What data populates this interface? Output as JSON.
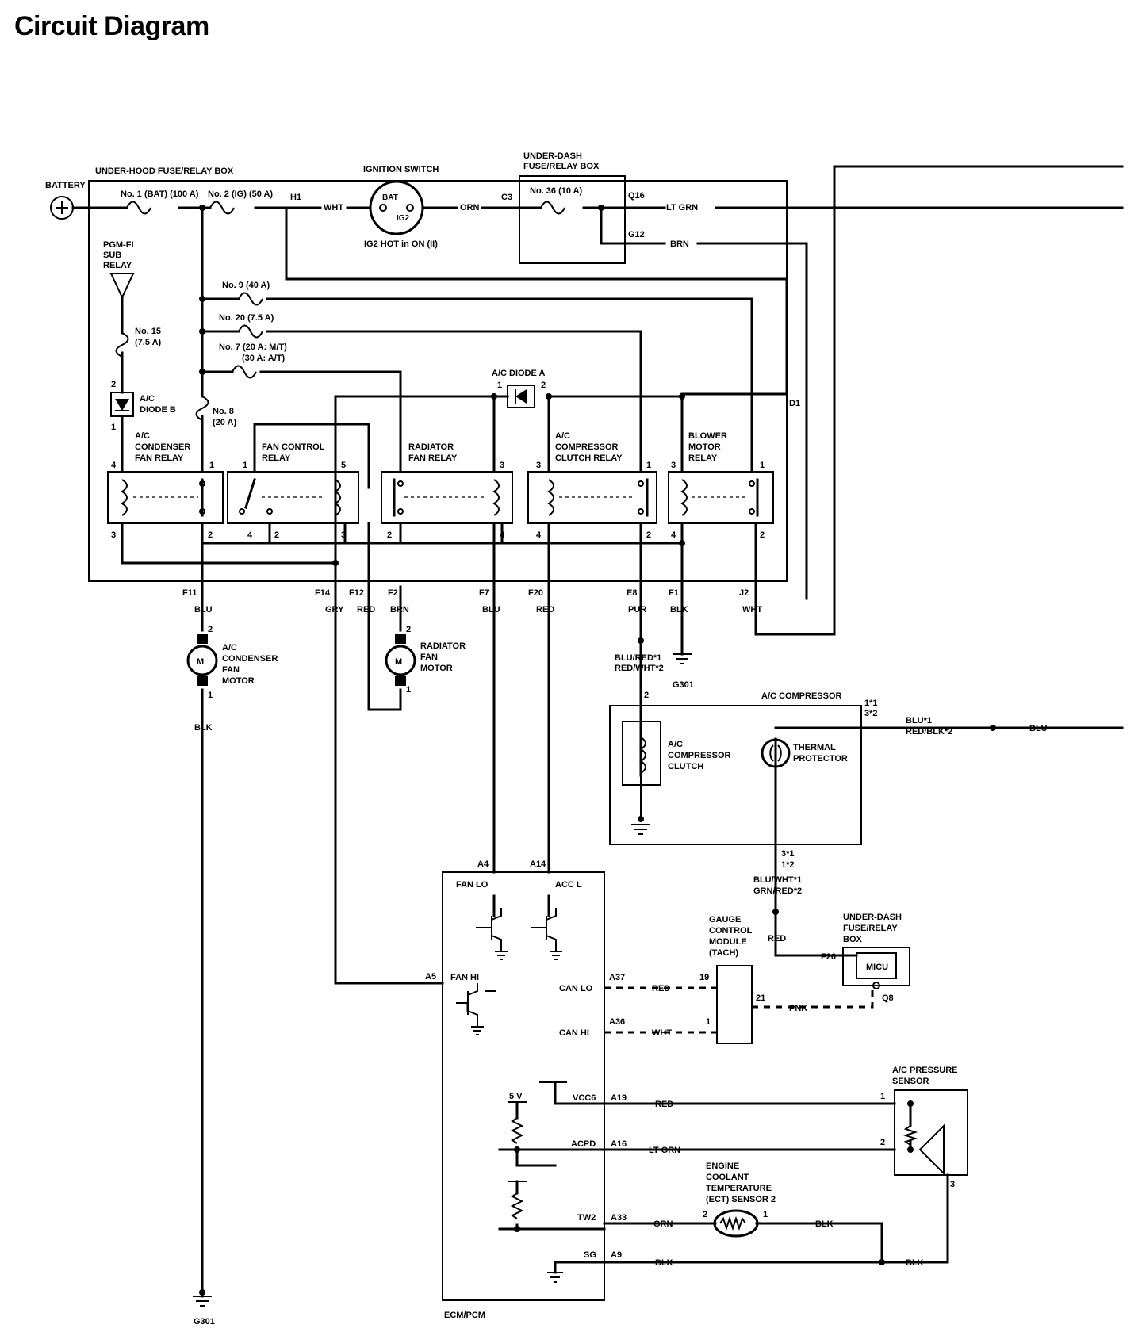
{
  "title": "Circuit Diagram",
  "labels": {
    "battery": "BATTERY",
    "underhood_box": "UNDER-HOOD FUSE/RELAY BOX",
    "fuse1": "No. 1 (BAT) (100 A)",
    "fuse2": "No. 2 (IG) (50 A)",
    "h1": "H1",
    "wht1": "WHT",
    "ign_title": "IGNITION SWITCH",
    "ign_bat": "BAT",
    "ign_ig2": "IG2",
    "ign_note": "IG2 HOT in ON (II)",
    "orn": "ORN",
    "c3": "C3",
    "underdash_title_1": "UNDER-DASH",
    "underdash_title_2": "FUSE/RELAY BOX",
    "fuse36": "No. 36 (10 A)",
    "q16": "Q16",
    "ltgrn1": "LT GRN",
    "g12": "G12",
    "brn1": "BRN",
    "pgmfi_1": "PGM-FI",
    "pgmfi_2": "SUB",
    "pgmfi_3": "RELAY",
    "fuse15_1": "No. 15",
    "fuse15_2": "(7.5 A)",
    "fuse9": "No. 9 (40 A)",
    "fuse20": "No. 20 (7.5 A)",
    "fuse7_1": "No. 7 (20 A: M/T)",
    "fuse7_2": "(30 A: A/T)",
    "fuse8_1": "No. 8",
    "fuse8_2": "(20 A)",
    "diodeb_1": "A/C",
    "diodeb_2": "DIODE B",
    "diodea": "A/C DIODE A",
    "d1": "D1",
    "relay_cond_1": "A/C",
    "relay_cond_2": "CONDENSER",
    "relay_cond_3": "FAN RELAY",
    "relay_fanctrl_1": "FAN CONTROL",
    "relay_fanctrl_2": "RELAY",
    "relay_rad_1": "RADIATOR",
    "relay_rad_2": "FAN RELAY",
    "relay_comp_1": "A/C",
    "relay_comp_2": "COMPRESSOR",
    "relay_comp_3": "CLUTCH RELAY",
    "relay_blower_1": "BLOWER",
    "relay_blower_2": "MOTOR",
    "relay_blower_3": "RELAY",
    "pin1": "1",
    "pin2": "2",
    "pin3": "3",
    "pin4": "4",
    "pin5": "5",
    "f11": "F11",
    "f14": "F14",
    "f12": "F12",
    "f2": "F2",
    "f7": "F7",
    "f20": "F20",
    "e8": "E8",
    "f1": "F1",
    "j2": "J2",
    "blu": "BLU",
    "gry": "GRY",
    "red": "RED",
    "brn": "BRN",
    "pur": "PUR",
    "blk": "BLK",
    "wht": "WHT",
    "grn": "GRN",
    "ltgrn": "LT GRN",
    "pnk": "PNK",
    "motor_m": "M",
    "cond_motor_1": "A/C",
    "cond_motor_2": "CONDENSER",
    "cond_motor_3": "FAN",
    "cond_motor_4": "MOTOR",
    "rad_motor_1": "RADIATOR",
    "rad_motor_2": "FAN",
    "rad_motor_3": "MOTOR",
    "blured1": "BLU/RED*1",
    "redwht2": "RED/WHT*2",
    "g301": "G301",
    "accomp": "A/C COMPRESSOR",
    "clutch_1": "A/C",
    "clutch_2": "COMPRESSOR",
    "clutch_3": "CLUTCH",
    "thermal_1": "THERMAL",
    "thermal_2": "PROTECTOR",
    "p11": "1*1",
    "p32": "3*2",
    "blu1": "BLU*1",
    "redblk2": "RED/BLK*2",
    "p31": "3*1",
    "p12": "1*2",
    "bluwht1": "BLU/WHT*1",
    "grnred2": "GRN/RED*2",
    "ecm": "ECM/PCM",
    "a4": "A4",
    "a14": "A14",
    "a5": "A5",
    "fanlo": "FAN LO",
    "accl": "ACC L",
    "fanhi": "FAN HI",
    "canlo": "CAN LO",
    "canhi": "CAN HI",
    "a37": "A37",
    "a36": "A36",
    "gauge_1": "GAUGE",
    "gauge_2": "CONTROL",
    "gauge_3": "MODULE",
    "gauge_4": "(TACH)",
    "p19": "19",
    "p21": "21",
    "ud2_1": "UNDER-DASH",
    "ud2_2": "FUSE/RELAY",
    "ud2_3": "BOX",
    "f26": "F26",
    "micu": "MICU",
    "q8": "Q8",
    "vcc6": "VCC6",
    "a19": "A19",
    "v5": "5 V",
    "acpd": "ACPD",
    "a16": "A16",
    "tw2": "TW2",
    "a33": "A33",
    "sg": "SG",
    "a9": "A9",
    "pressure_1": "A/C PRESSURE",
    "pressure_2": "SENSOR",
    "ect_1": "ENGINE",
    "ect_2": "COOLANT",
    "ect_3": "TEMPERATURE",
    "ect_4": "(ECT) SENSOR 2"
  }
}
